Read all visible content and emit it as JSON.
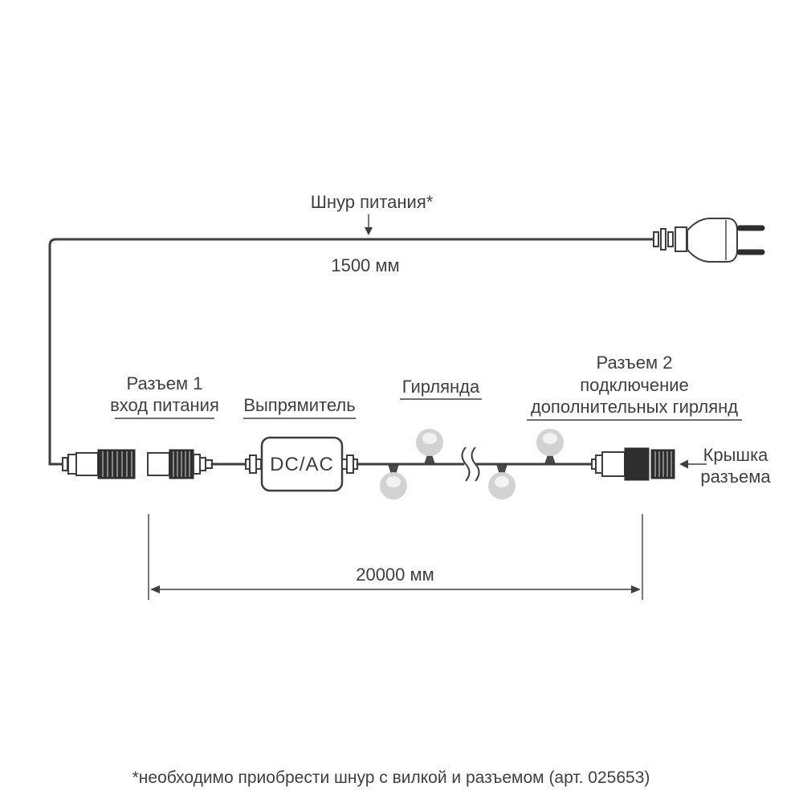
{
  "labels": {
    "power_cord": "Шнур питания*",
    "power_cord_length": "1500 мм",
    "connector1_line1": "Разъем 1",
    "connector1_line2": "вход питания",
    "rectifier": "Выпрямитель",
    "dcac": "DC/AC",
    "garland": "Гирлянда",
    "connector2_line1": "Разъем 2",
    "connector2_line2": "подключение",
    "connector2_line3": "дополнительных гирлянд",
    "cap_line1": "Крышка",
    "cap_line2": "разъема",
    "garland_length": "20000 мм",
    "footnote": "*необходимо приобрести шнур с вилкой и разъемом (арт. 025653)"
  },
  "colors": {
    "stroke": "#3e3e3e",
    "text": "#3f3f3f",
    "connector_dark": "#2e2e2e",
    "bulb": "#d2d2d2",
    "background": "#ffffff"
  }
}
